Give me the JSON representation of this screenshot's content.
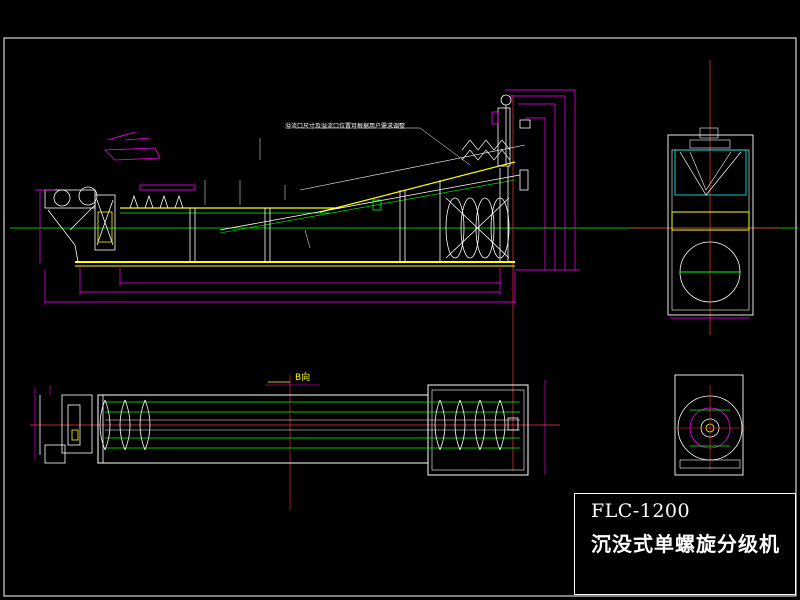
{
  "title_block": {
    "model": "FLC-1200",
    "name": "沉没式单螺旋分级机"
  },
  "annotations": {
    "top_note": "溢流口尺寸及溢流口位置可根据用户需求调整",
    "direction_label": "B向"
  },
  "colors": {
    "background": "#000000",
    "frame": "#ffffff",
    "trough": "#ffff00",
    "outline": "#ff00ff",
    "centerline": "#00ff00",
    "guide": "#ff3333",
    "spiral": "#ffffff",
    "accent": "#00ffff"
  }
}
